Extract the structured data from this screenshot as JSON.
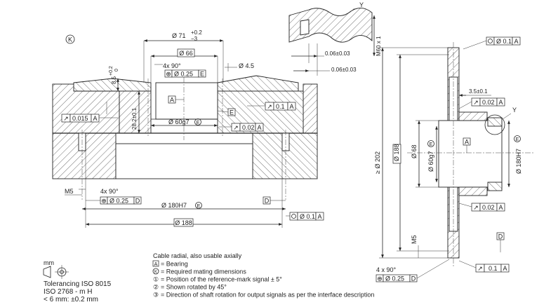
{
  "labels": {
    "view_k": "K",
    "dia71": "Ø 71",
    "dia71_up": "+0.2",
    "dia71_lo": "−3",
    "dia66": "Ø 66",
    "chamfer_top": "4x 90°",
    "pos_025_E": "Ø 0.25",
    "ref_E": "E",
    "dia45": "Ø 4.5",
    "h85": "8.5",
    "h85_up": "+0.2",
    "h85_lo": "0",
    "ref_A": "A",
    "ref_E2": "E",
    "runout_01": "0.1",
    "runout_01_ref": "A",
    "runout_0015": "0.015",
    "runout_0015_ref": "A",
    "h282": "28.2±0.1",
    "dia60g7": "Ø 60g7",
    "dia60g7_mod": "E",
    "runout_002": "0.02",
    "runout_002_ref": "A",
    "m5": "M5",
    "chamfer_bot": "4x 90°",
    "pos_025_D": "Ø 0.25",
    "ref_D": "D",
    "ref_D2": "D",
    "dia180H7": "Ø 180H7",
    "dia180H7_mod": "E",
    "flat_01": "Ø 0.1",
    "flat_01_ref": "A",
    "dia188": "Ø 188",
    "detail_y": "Y",
    "m60": "M60 x 1",
    "dim_006a": "0.06±0.03",
    "dim_006b": "0.06±0.03",
    "right_flat": "Ø 0.1",
    "right_flat_ref": "A",
    "dim_35": "3.5±0.1",
    "right_runout_002a": "0.02",
    "right_runout_002a_ref": "A",
    "right_y": "Y",
    "ge202": "≥ Ø 202",
    "r_dia188": "Ø 188",
    "r_dia68": "Ø 68",
    "r_dia60g7": "Ø 60g7",
    "r_dia60g7_mod": "E",
    "r_ref_A": "A",
    "r_dia180H7": "Ø 180H7",
    "r_dia180H7_mod": "E",
    "right_runout_002b": "0.02",
    "right_runout_002b_ref": "A",
    "r_m5": "M5",
    "r_ref_D": "D",
    "r_chamfer": "4 x 90°",
    "r_pos": "Ø 0.25",
    "r_pos_ref": "D",
    "r_runout_01": "0.1",
    "r_runout_01_ref": "A"
  },
  "legend": {
    "unit": "mm",
    "tolerancing": "Tolerancing ISO 8015",
    "iso2768": "ISO 2768 - m H",
    "lt6": "< 6 mm: ±0.2 mm"
  },
  "notes": {
    "title": "Cable radial, also usable axially",
    "items": [
      {
        "symbol": "A",
        "text": "= Bearing"
      },
      {
        "symbol": "K",
        "text": "= Required mating dimensions"
      },
      {
        "symbol": "①",
        "text": "= Position of the reference-mark signal ± 5°"
      },
      {
        "symbol": "②",
        "text": "= Shown rotated by 45°"
      },
      {
        "symbol": "③",
        "text": "= Direction of shaft rotation for output signals as per the interface description"
      }
    ]
  }
}
